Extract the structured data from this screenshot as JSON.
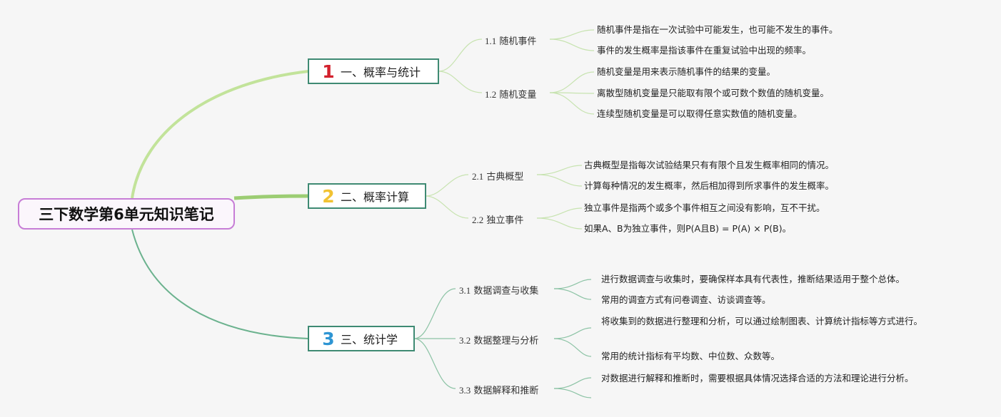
{
  "root": {
    "title": "三下数学第6单元知识笔记"
  },
  "topics": [
    {
      "num": "1",
      "num_color": "#d3212d",
      "title": "一、概率与统计"
    },
    {
      "num": "2",
      "num_color": "#f1c232",
      "title": "二、概率计算"
    },
    {
      "num": "3",
      "num_color": "#2e95d3",
      "title": "三、统计学"
    }
  ],
  "subtopics": [
    {
      "id": "1.1",
      "title": "随机事件"
    },
    {
      "id": "1.2",
      "title": "随机变量"
    },
    {
      "id": "2.1",
      "title": "古典概型"
    },
    {
      "id": "2.2",
      "title": "独立事件"
    },
    {
      "id": "3.1",
      "title": "数据调查与收集"
    },
    {
      "id": "3.2",
      "title": "数据整理与分析"
    },
    {
      "id": "3.3",
      "title": "数据解释和推断"
    }
  ],
  "leaves": [
    "随机事件是指在一次试验中可能发生，也可能不发生的事件。",
    "事件的发生概率是指该事件在重复试验中出现的频率。",
    "随机变量是用来表示随机事件的结果的变量。",
    "离散型随机变量是只能取有限个或可数个数值的随机变量。",
    "连续型随机变量是可以取得任意实数值的随机变量。",
    "古典概型是指每次试验结果只有有限个且发生概率相同的情况。",
    "计算每种情况的发生概率，然后相加得到所求事件的发生概率。",
    "独立事件是指两个或多个事件相互之间没有影响，互不干扰。",
    "如果A、B为独立事件，则P(A且B) = P(A) × P(B)。",
    "进行数据调查与收集时，要确保样本具有代表性，推断结果适用于整个总体。",
    "常用的调查方式有问卷调查、访谈调查等。",
    "将收集到的数据进行整理和分析，可以通过绘制图表、计算统计指标等方式进行。",
    "常用的统计指标有平均数、中位数、众数等。",
    "对数据进行解释和推断时，需要根据具体情况选择合适的方法和理论进行分析。"
  ],
  "colors": {
    "branch1": "#c2e39a",
    "branch2": "#9ccd73",
    "branch3": "#6bb28e",
    "sub_line": "#c7e3b0"
  }
}
